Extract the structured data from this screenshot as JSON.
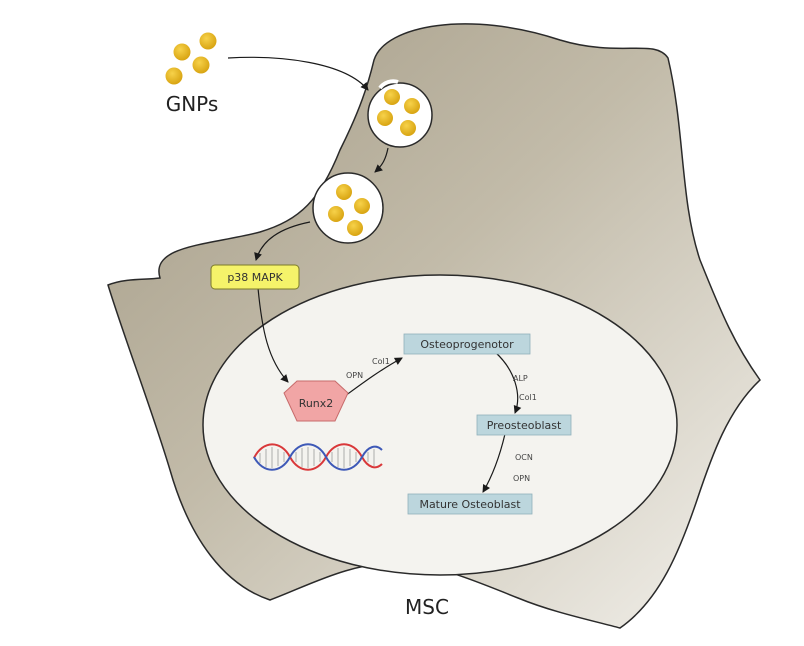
{
  "labels": {
    "gnps": "GNPs",
    "msc": "MSC",
    "p38": "p38 MAPK",
    "runx2": "Runx2",
    "osteoprogenitor": "Osteoprogenotor",
    "preosteoblast": "Preosteoblast",
    "mature": "Mature Osteoblast"
  },
  "markers": {
    "col1_a": "Col1",
    "opn_a": "OPN",
    "alp": "ALP",
    "col1_b": "Col1",
    "ocn": "OCN",
    "opn_b": "OPN"
  },
  "colors": {
    "cell_dark": "#aba38f",
    "cell_light": "#f1efe9",
    "nucleus": "#f4f3ef",
    "gold": "#e7b51f",
    "p38_fill": "#f5f36a",
    "runx2_fill": "#f1a5a5",
    "stage_box": "#bcd6dd",
    "dna_red": "#d9383a",
    "dna_blue": "#3e59b7"
  }
}
